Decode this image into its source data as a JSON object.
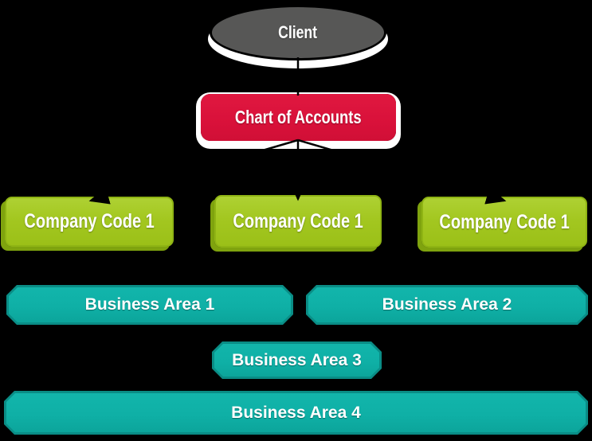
{
  "diagram": {
    "title_hint": "SAP organizational structure diagram",
    "background_color": "#000000",
    "text_color": "#FFFFFF",
    "client": {
      "label": "Client",
      "fill": "#575756",
      "shape": "ellipse"
    },
    "chart_of_accounts": {
      "label": "Chart of Accounts",
      "fill": "#D9113A",
      "shape": "rounded-rect",
      "glow": "#FFFFFF"
    },
    "company_code_fill": "#A3C720",
    "company_codes": [
      {
        "label": "Company Code 1"
      },
      {
        "label": "Company Code 1"
      },
      {
        "label": "Company Code 1"
      }
    ],
    "business_area_fill": "#0FB0A6",
    "business_areas": [
      {
        "label": "Business Area 1"
      },
      {
        "label": "Business Area 2"
      },
      {
        "label": "Business Area 3"
      },
      {
        "label": "Business Area 4"
      }
    ],
    "connector_color": "#000000"
  }
}
